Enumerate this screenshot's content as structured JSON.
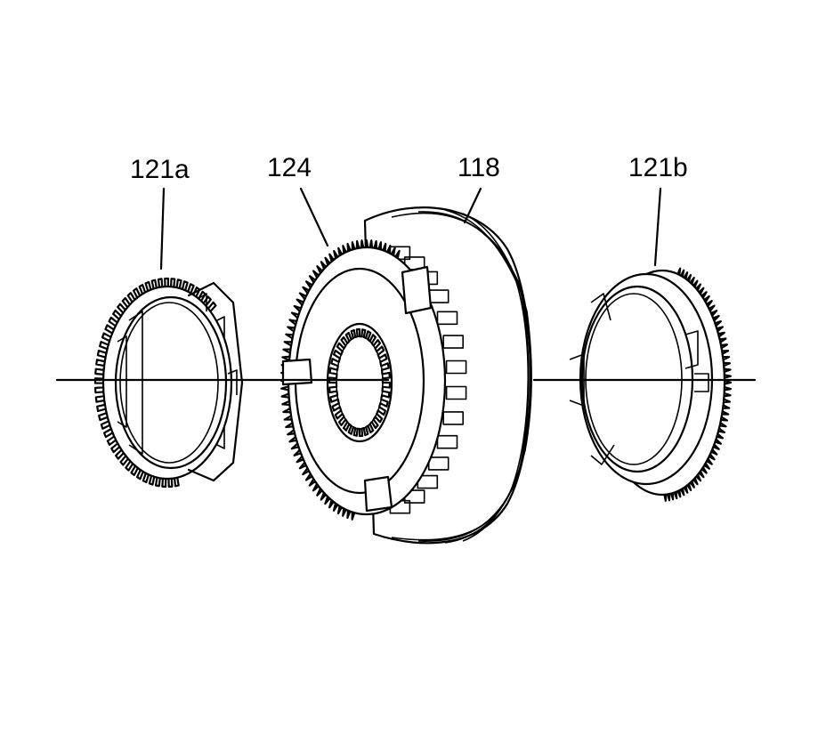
{
  "callouts": {
    "ring_left": "121a",
    "hub": "124",
    "sleeve": "118",
    "ring_right": "121b"
  },
  "colors": {
    "line": "#000000",
    "background": "#ffffff"
  }
}
